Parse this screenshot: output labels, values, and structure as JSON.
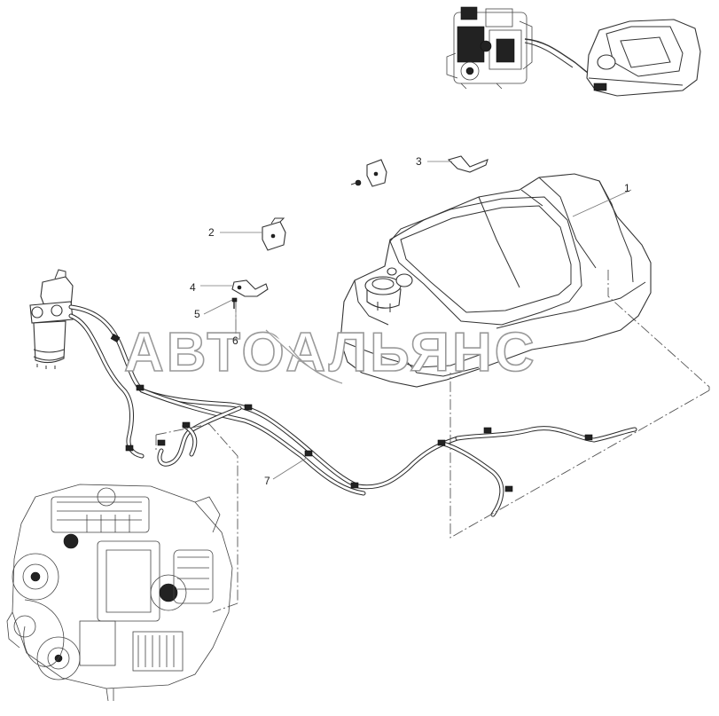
{
  "diagram": {
    "watermark": "АВТОАЛЬЯНС",
    "callouts": [
      {
        "id": "callout-1",
        "label": "1"
      },
      {
        "id": "callout-2",
        "label": "2"
      },
      {
        "id": "callout-3",
        "label": "3"
      },
      {
        "id": "callout-4",
        "label": "4"
      },
      {
        "id": "callout-5",
        "label": "5"
      },
      {
        "id": "callout-6",
        "label": "6"
      },
      {
        "id": "callout-7",
        "label": "7"
      }
    ],
    "parts": [
      {
        "callout": "1",
        "name": "fuel-tank"
      },
      {
        "callout": "2",
        "name": "bracket"
      },
      {
        "callout": "3",
        "name": "bracket"
      },
      {
        "callout": "4",
        "name": "bracket"
      },
      {
        "callout": "5",
        "name": "bolt"
      },
      {
        "callout": "6",
        "name": "clip"
      },
      {
        "callout": "7",
        "name": "fuel-hose"
      }
    ],
    "colors": {
      "line": "#333333",
      "watermark_stroke": "#9a9a9a",
      "background": "#ffffff"
    }
  }
}
